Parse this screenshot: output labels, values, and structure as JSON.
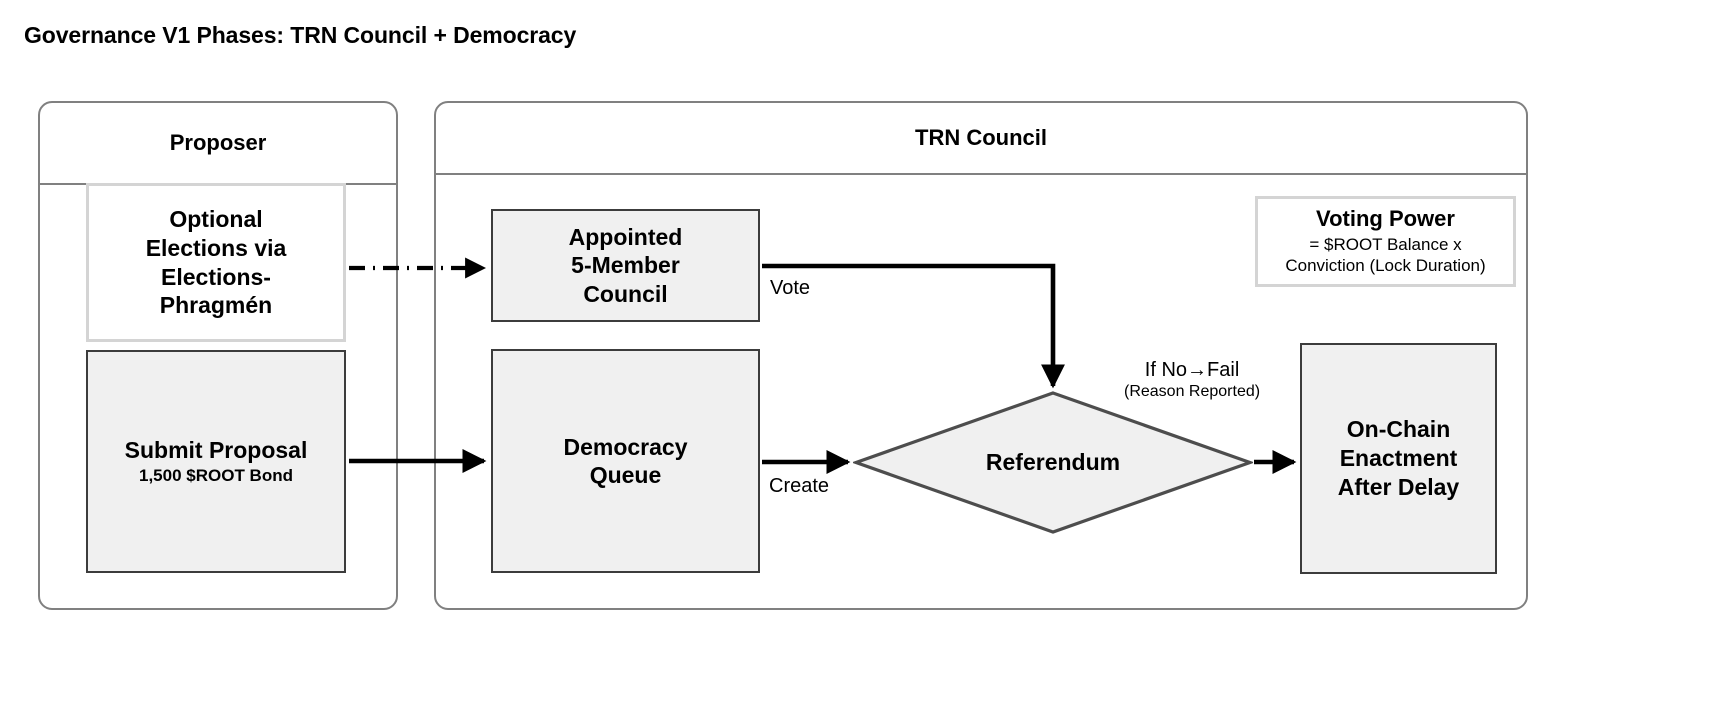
{
  "title": "Governance V1 Phases: TRN Council + Democracy",
  "lanes": [
    {
      "id": "proposer",
      "label": "Proposer"
    },
    {
      "id": "trn-council",
      "label": "TRN Council"
    }
  ],
  "nodes": {
    "optional_elections": {
      "label": "Optional\nElections via\nElections-\nPhragmén",
      "line1": "Optional",
      "line2": "Elections via",
      "line3": "Elections-",
      "line4": "Phragmén",
      "shape": "note"
    },
    "submit_proposal": {
      "title": "Submit Proposal",
      "subtitle": "1,500 $ROOT Bond",
      "shape": "process"
    },
    "appointed_council": {
      "line1": "Appointed",
      "line2": "5-Member",
      "line3": "Council",
      "shape": "process"
    },
    "democracy_queue": {
      "line1": "Democracy",
      "line2": "Queue",
      "shape": "process"
    },
    "referendum": {
      "label": "Referendum",
      "shape": "diamond"
    },
    "voting_power": {
      "title": "Voting Power",
      "sub_line1": "= $ROOT Balance x",
      "sub_line2": "Conviction (Lock Duration)",
      "shape": "note"
    },
    "enactment": {
      "line1": "On-Chain",
      "line2": "Enactment",
      "line3": "After Delay",
      "shape": "process"
    }
  },
  "edges": {
    "elections_to_council": {
      "label": "",
      "style": "dash-dot"
    },
    "submit_to_queue": {
      "label": "",
      "style": "solid"
    },
    "council_to_referendum": {
      "label": "Vote",
      "style": "solid"
    },
    "queue_to_referendum": {
      "label": "Create",
      "style": "solid"
    },
    "referendum_to_enactment": {
      "label_line1": "If No→Fail",
      "label_line2": "(Reason Reported)",
      "style": "solid"
    }
  },
  "colors": {
    "lane_border": "#808080",
    "node_border": "#3c3c3c",
    "node_fill": "#f0f0f0",
    "note_border": "#d4d4d4",
    "note_fill": "#ffffff",
    "connector": "#000000",
    "diamond_border": "#4d4d4d",
    "text": "#000000",
    "background": "#ffffff"
  }
}
